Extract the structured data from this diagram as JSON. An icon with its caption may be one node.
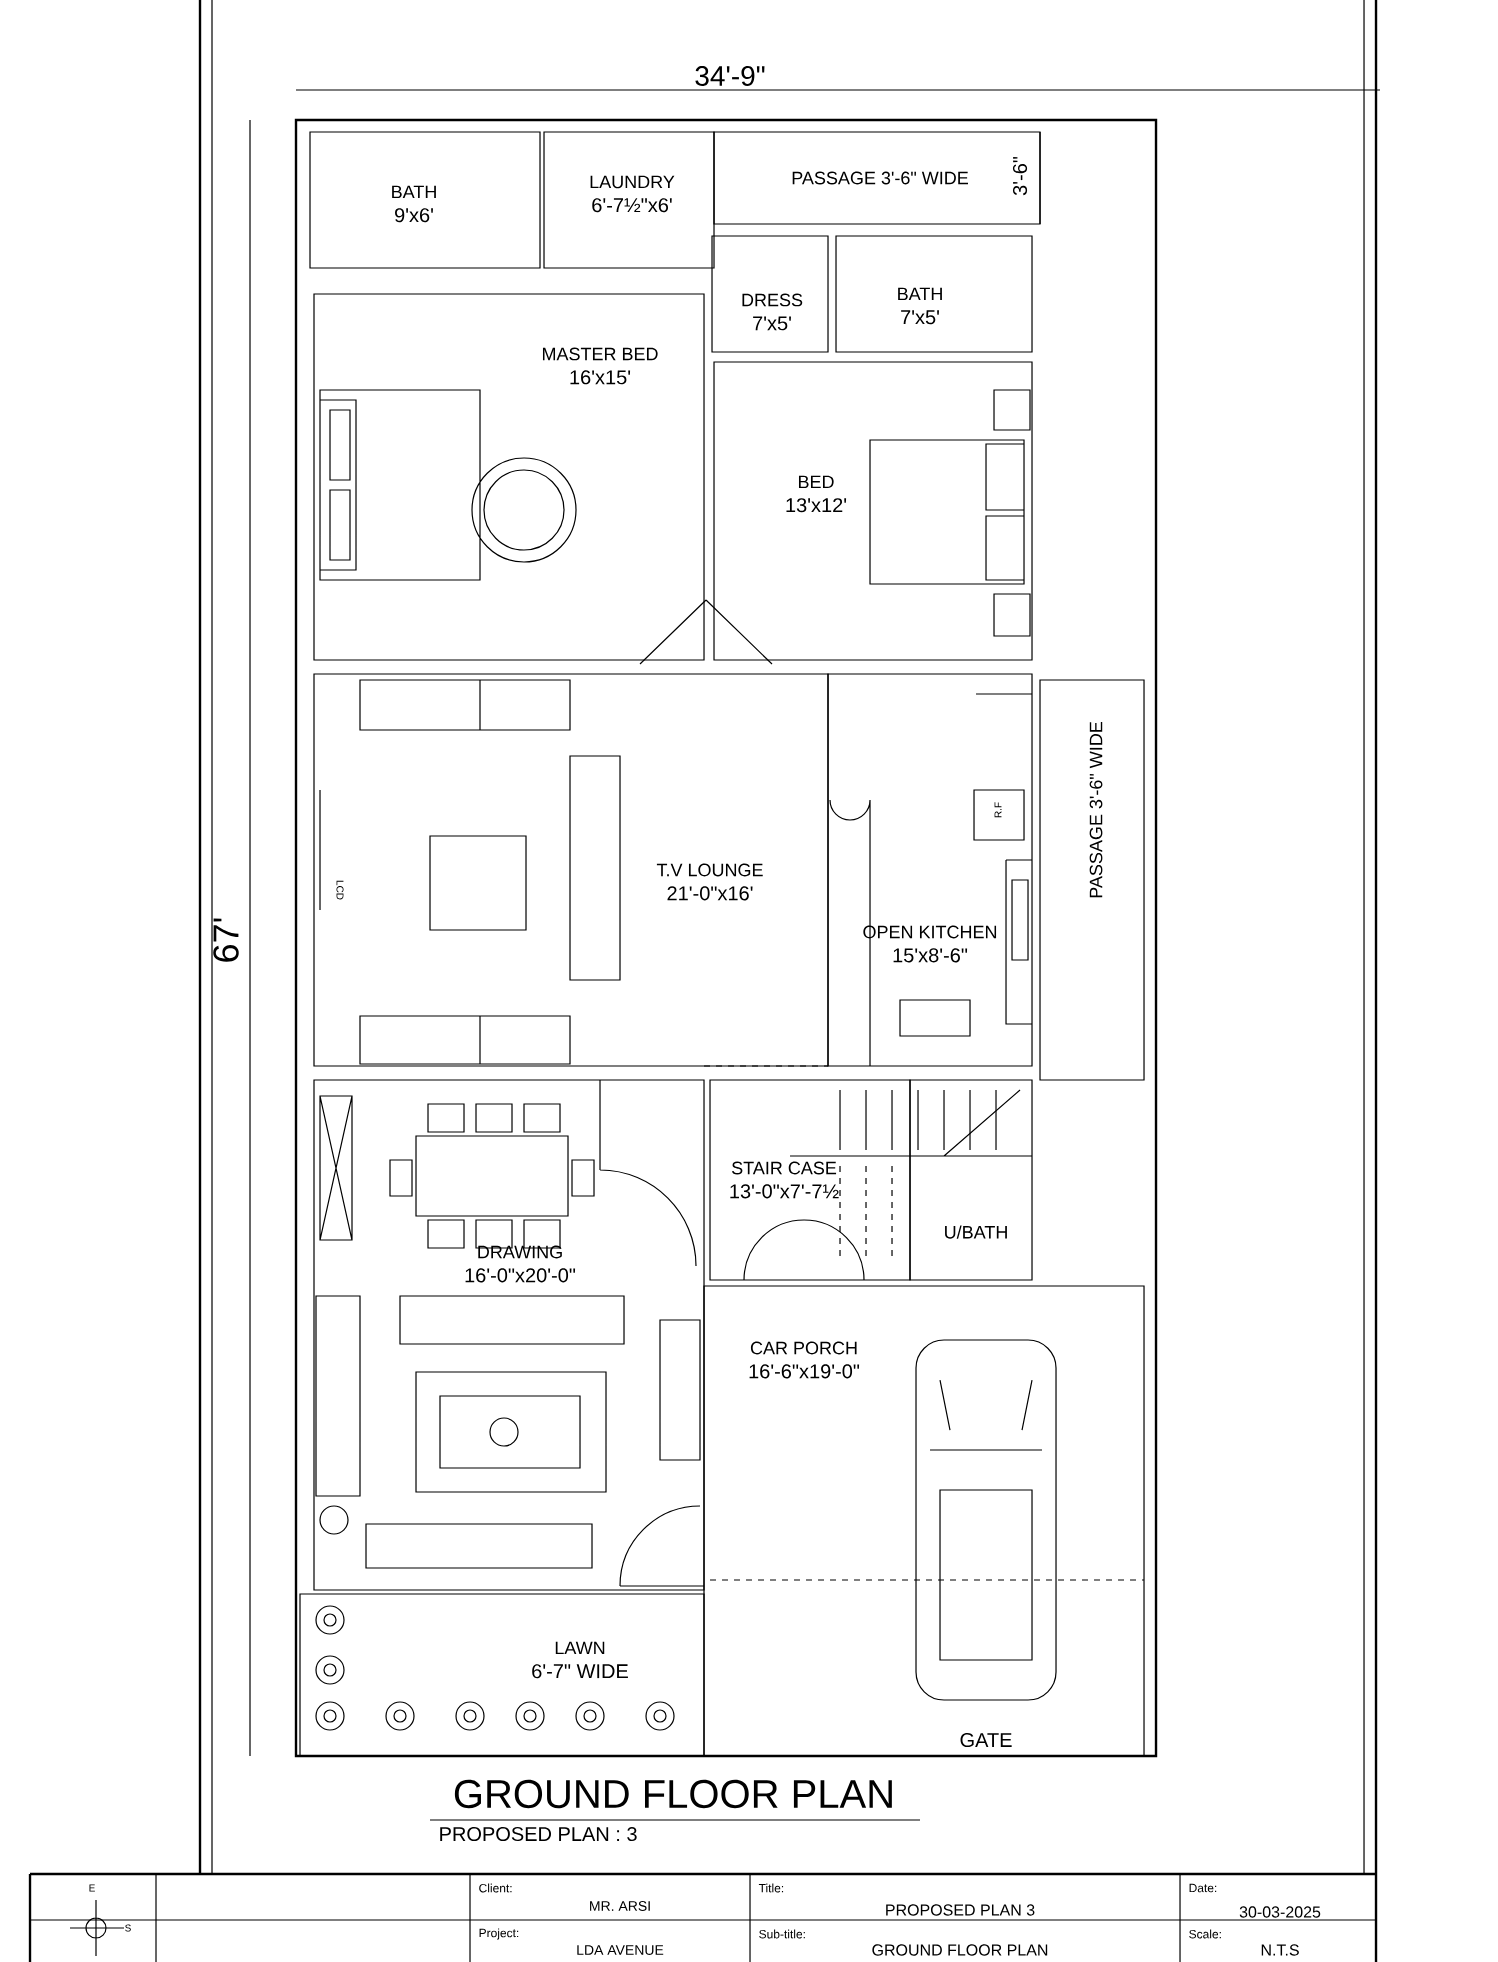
{
  "diagram": {
    "title": "GROUND FLOOR PLAN",
    "caption": "PROPOSED PLAN : 3",
    "nodes": [
      {
        "text": [
          "BATH",
          "9'x6'"
        ]
      },
      {
        "text": [
          "LAUNDRY",
          "6'-7½\"x6'"
        ]
      },
      {
        "text": [
          "PASSAGE 3'-6\" WIDE"
        ]
      },
      {
        "text": [
          "DRESS",
          "7'x5'"
        ]
      },
      {
        "text": [
          "BATH",
          "7'x5'"
        ]
      },
      {
        "text": [
          "MASTER BED",
          "16'x15'"
        ]
      },
      {
        "text": [
          "BED",
          "13'x12'"
        ]
      },
      {
        "text": [
          "T.V LOUNGE",
          "21'-0\"x16'"
        ]
      },
      {
        "text": [
          "OPEN KITCHEN",
          "15'x8'-6\""
        ]
      },
      {
        "text": [
          "PASSAGE 3'-6\" WIDE"
        ]
      },
      {
        "text": [
          "DRAWING",
          "16'-0\"x20'-0\""
        ]
      },
      {
        "text": [
          "STAIR CASE",
          "13'-0\"x7'-7½"
        ]
      },
      {
        "text": [
          "U/BATH"
        ]
      },
      {
        "text": [
          "CAR PORCH",
          "16'-6\"x19'-0\""
        ]
      },
      {
        "text": [
          "LAWN",
          "6'-7\" WIDE"
        ]
      }
    ],
    "labels": [
      "34'-9\"",
      "3'-6\"",
      "67'",
      "LCD",
      "R.F",
      "GATE",
      "E",
      "S",
      "Client:",
      "MR. ARSI",
      "Title:",
      "PROPOSED PLAN 3",
      "Date:",
      "30-03-2025",
      "Project:",
      "LDA AVENUE",
      "Sub-title:",
      "GROUND FLOOR PLAN",
      "Scale:",
      "N.T.S"
    ]
  }
}
